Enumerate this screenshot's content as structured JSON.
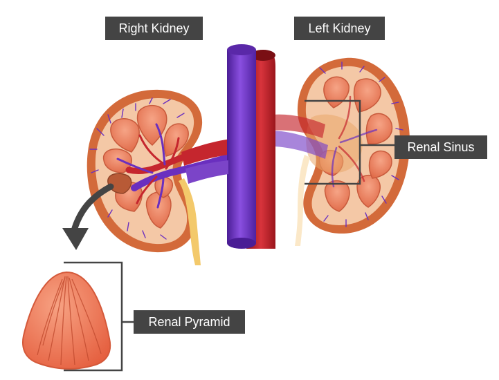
{
  "labels": {
    "right_kidney": "Right Kidney",
    "left_kidney": "Left Kidney",
    "renal_sinus": "Renal Sinus",
    "renal_pyramid": "Renal Pyramid"
  },
  "colors": {
    "label_bg": "#444444",
    "label_text": "#ffffff",
    "capsule": "#d36a3a",
    "cortex": "#f4c8a6",
    "pyramid": "#e07b58",
    "pyramid_light": "#f49a78",
    "vein": "#6a2fbf",
    "artery": "#c5262e",
    "ureter": "#f3c96b",
    "sinus_fat": "#f6d79a",
    "leader": "#444444"
  },
  "icons": {
    "pointer_arrow": "curved-arrow-icon"
  }
}
